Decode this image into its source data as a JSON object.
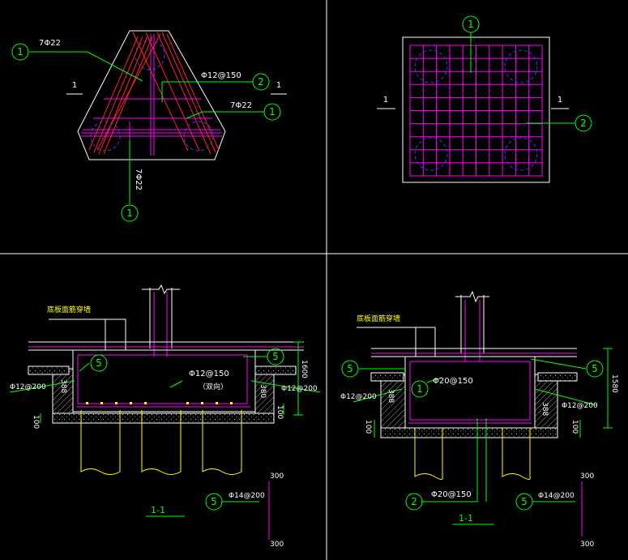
{
  "colors": {
    "background": "#000000",
    "frame": "#ffffff",
    "rebar_red": "#ff2020",
    "rebar_magenta": "#ff00ff",
    "leader_green": "#00ff00",
    "pile_yellow": "#ffff00",
    "dim_green": "#00ff00",
    "pile_blue": "#3b3bff"
  },
  "q1": {
    "label_7d22_top": "7Φ22",
    "label_12_150": "Φ12@150",
    "label_7d22_right": "7Φ22",
    "label_7d22_bottom": "7Φ22",
    "sec_left": "1",
    "sec_right": "1",
    "bubble_a": "1",
    "bubble_b": "2",
    "bubble_c": "1",
    "bubble_d": "1"
  },
  "q2": {
    "sec_left": "1",
    "sec_right": "1",
    "bubble_top": "1",
    "bubble_right": "2"
  },
  "q3": {
    "note_bottom_face": "底板面筋穿墙",
    "bubble_5_left": "5",
    "bubble_5_right": "5",
    "label_left_bar": "Φ12@200",
    "label_right_bar": "Φ12@200",
    "label_mid_bar": "Φ12@150",
    "label_mid_bar_sub": "（双向）",
    "dim_388_left": "388",
    "dim_380_right": "380",
    "dim_1600": "1600",
    "dim_100_left": "100",
    "dim_100_right": "100",
    "section_title": "1-1",
    "legend_bubble": "5",
    "legend_label": "Φ14@200",
    "legend_top": "300",
    "legend_bottom": "300"
  },
  "q4": {
    "note_bottom_face": "底板面筋穿墙",
    "bubble_5_left": "5",
    "bubble_5_right": "5",
    "bubble_1": "1",
    "bubble_2": "2",
    "label_top_bar": "Φ20@150",
    "label_left_bar": "Φ12@200",
    "label_right_bar": "Φ12@200",
    "label_bottom_bar": "Φ20@150",
    "dim_388_left": "388",
    "dim_388_right": "388",
    "dim_1580": "1580",
    "dim_100_left": "100",
    "dim_100_right": "100",
    "section_title": "1-1",
    "legend_bubble": "5",
    "legend_label": "Φ14@200",
    "legend_top": "300",
    "legend_bottom": "300"
  }
}
